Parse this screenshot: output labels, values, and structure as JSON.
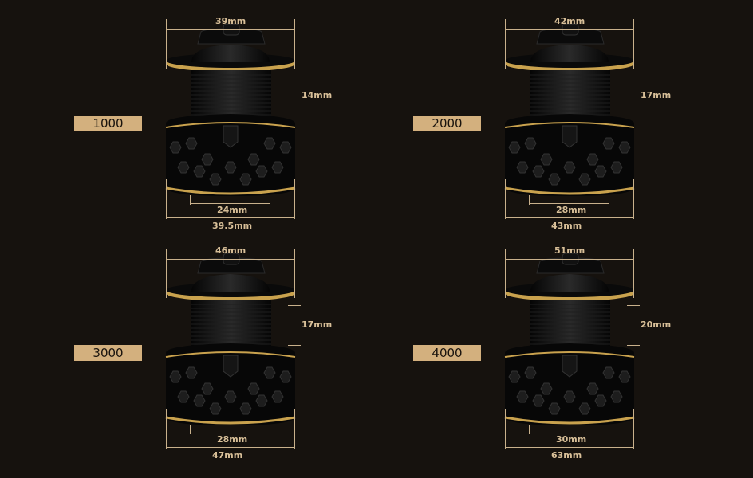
{
  "panels": [
    {
      "model": "1000",
      "top_width": "39mm",
      "line_height": "14mm",
      "inner_width": "24mm",
      "bottom_width": "39.5mm"
    },
    {
      "model": "2000",
      "top_width": "42mm",
      "line_height": "17mm",
      "inner_width": "28mm",
      "bottom_width": "43mm"
    },
    {
      "model": "3000",
      "top_width": "46mm",
      "line_height": "17mm",
      "inner_width": "28mm",
      "bottom_width": "47mm"
    },
    {
      "model": "4000",
      "top_width": "51mm",
      "line_height": "20mm",
      "inner_width": "30mm",
      "bottom_width": "63mm"
    }
  ],
  "colors": {
    "background": "#16120e",
    "label": "#d3b07e",
    "gold": "#c9a24e",
    "dimension": "#d8bf98"
  }
}
